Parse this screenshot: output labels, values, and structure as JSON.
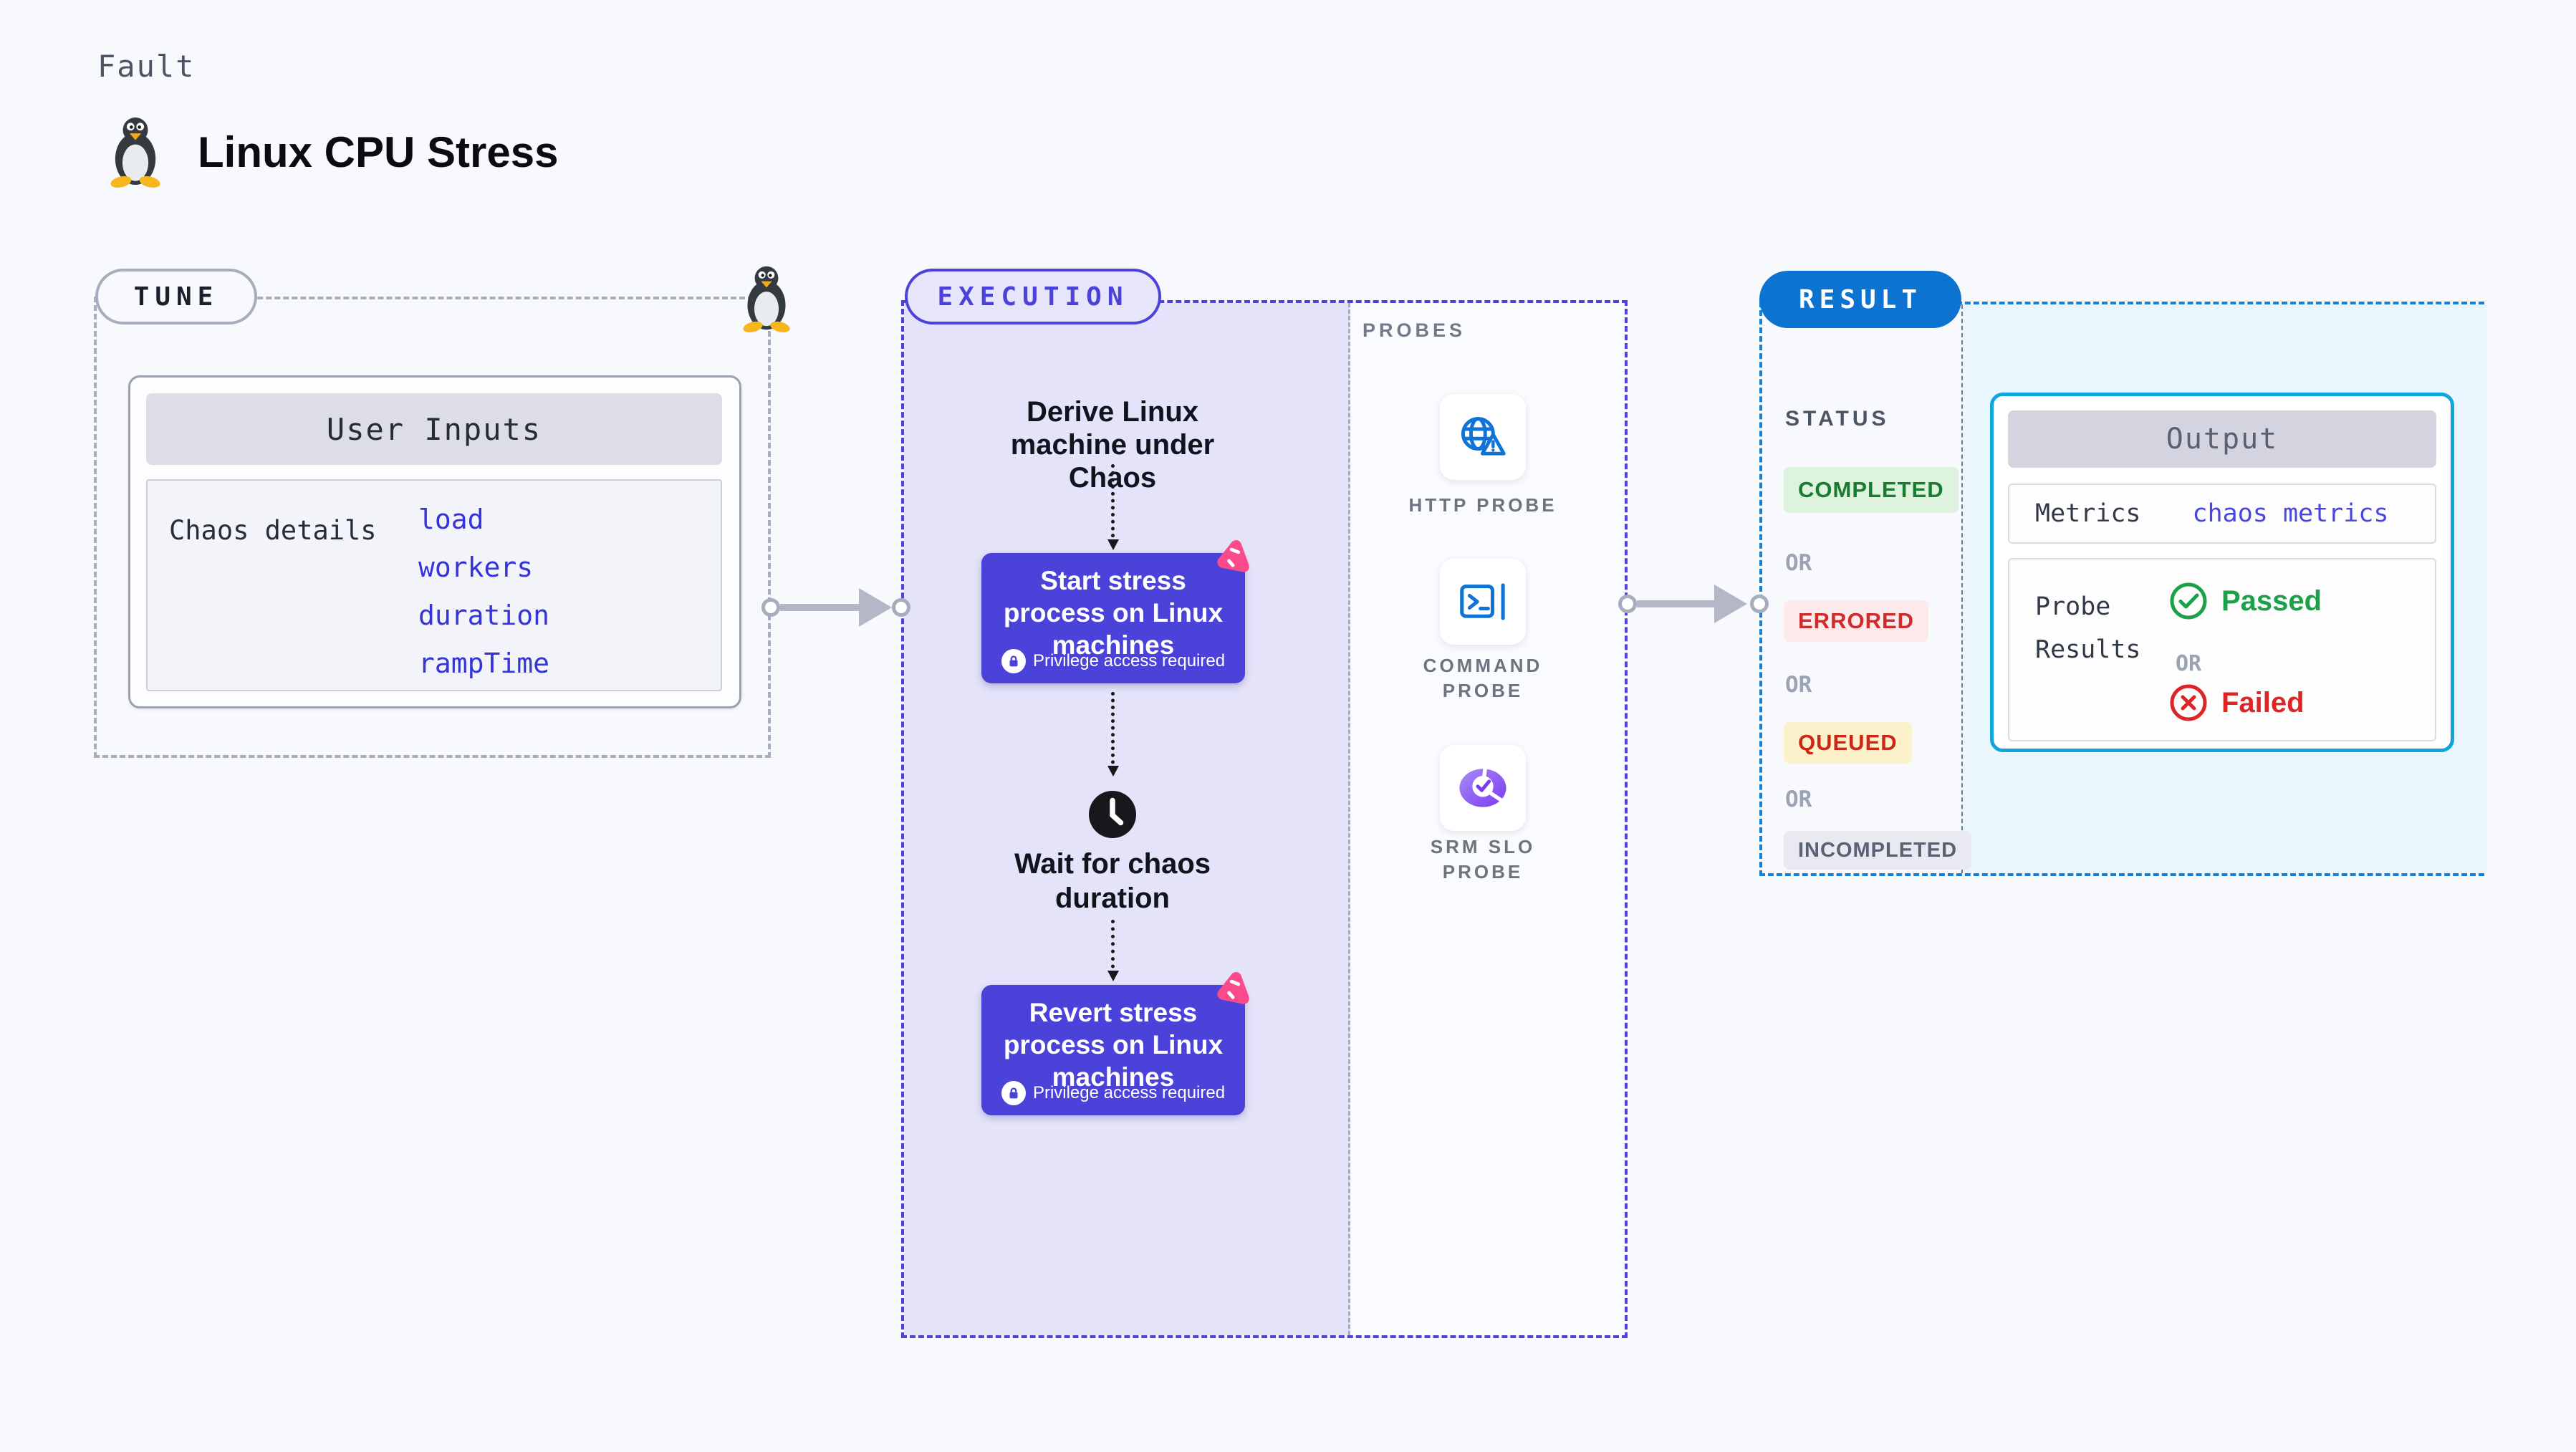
{
  "header": {
    "kicker": "Fault",
    "title": "Linux CPU Stress",
    "icon": "tux-penguin-icon"
  },
  "tune": {
    "badge": "TUNE",
    "corner_icon": "tux-penguin-icon",
    "card": {
      "title": "User Inputs",
      "row_label": "Chaos details",
      "inputs": [
        "load",
        "workers",
        "duration",
        "rampTime"
      ]
    }
  },
  "execution": {
    "badge": "EXECUTION",
    "derive_label": "Derive Linux machine under Chaos",
    "start_step": {
      "label": "Start stress process on Linux machines",
      "note": "Privilege access required"
    },
    "wait_label": "Wait for chaos duration",
    "revert_step": {
      "label": "Revert stress process on Linux machines",
      "note": "Privilege access required"
    }
  },
  "probes": {
    "section_label": "PROBES",
    "items": [
      {
        "label": "HTTP PROBE",
        "icon": "globe-warning-icon"
      },
      {
        "label": "COMMAND PROBE",
        "icon": "terminal-icon"
      },
      {
        "label": "SRM SLO PROBE",
        "icon": "slo-gauge-icon"
      }
    ]
  },
  "result": {
    "badge": "RESULT",
    "status_label": "STATUS",
    "or_label": "OR",
    "statuses": [
      {
        "label": "COMPLETED",
        "style": "success"
      },
      {
        "label": "ERRORED",
        "style": "error"
      },
      {
        "label": "QUEUED",
        "style": "warning"
      },
      {
        "label": "INCOMPLETED",
        "style": "neutral"
      }
    ],
    "output": {
      "title": "Output",
      "metrics_label": "Metrics",
      "metrics_link": "chaos metrics",
      "probe_results_label": "Probe Results",
      "passed_label": "Passed",
      "failed_label": "Failed"
    }
  },
  "colors": {
    "indigo": "#4b42d9",
    "pink": "#fb4a8c",
    "result_blue": "#0d73d0",
    "cyan_border": "#10a5dd",
    "link_blue": "#3533da",
    "green": "#1ca049",
    "red": "#dc2626"
  }
}
